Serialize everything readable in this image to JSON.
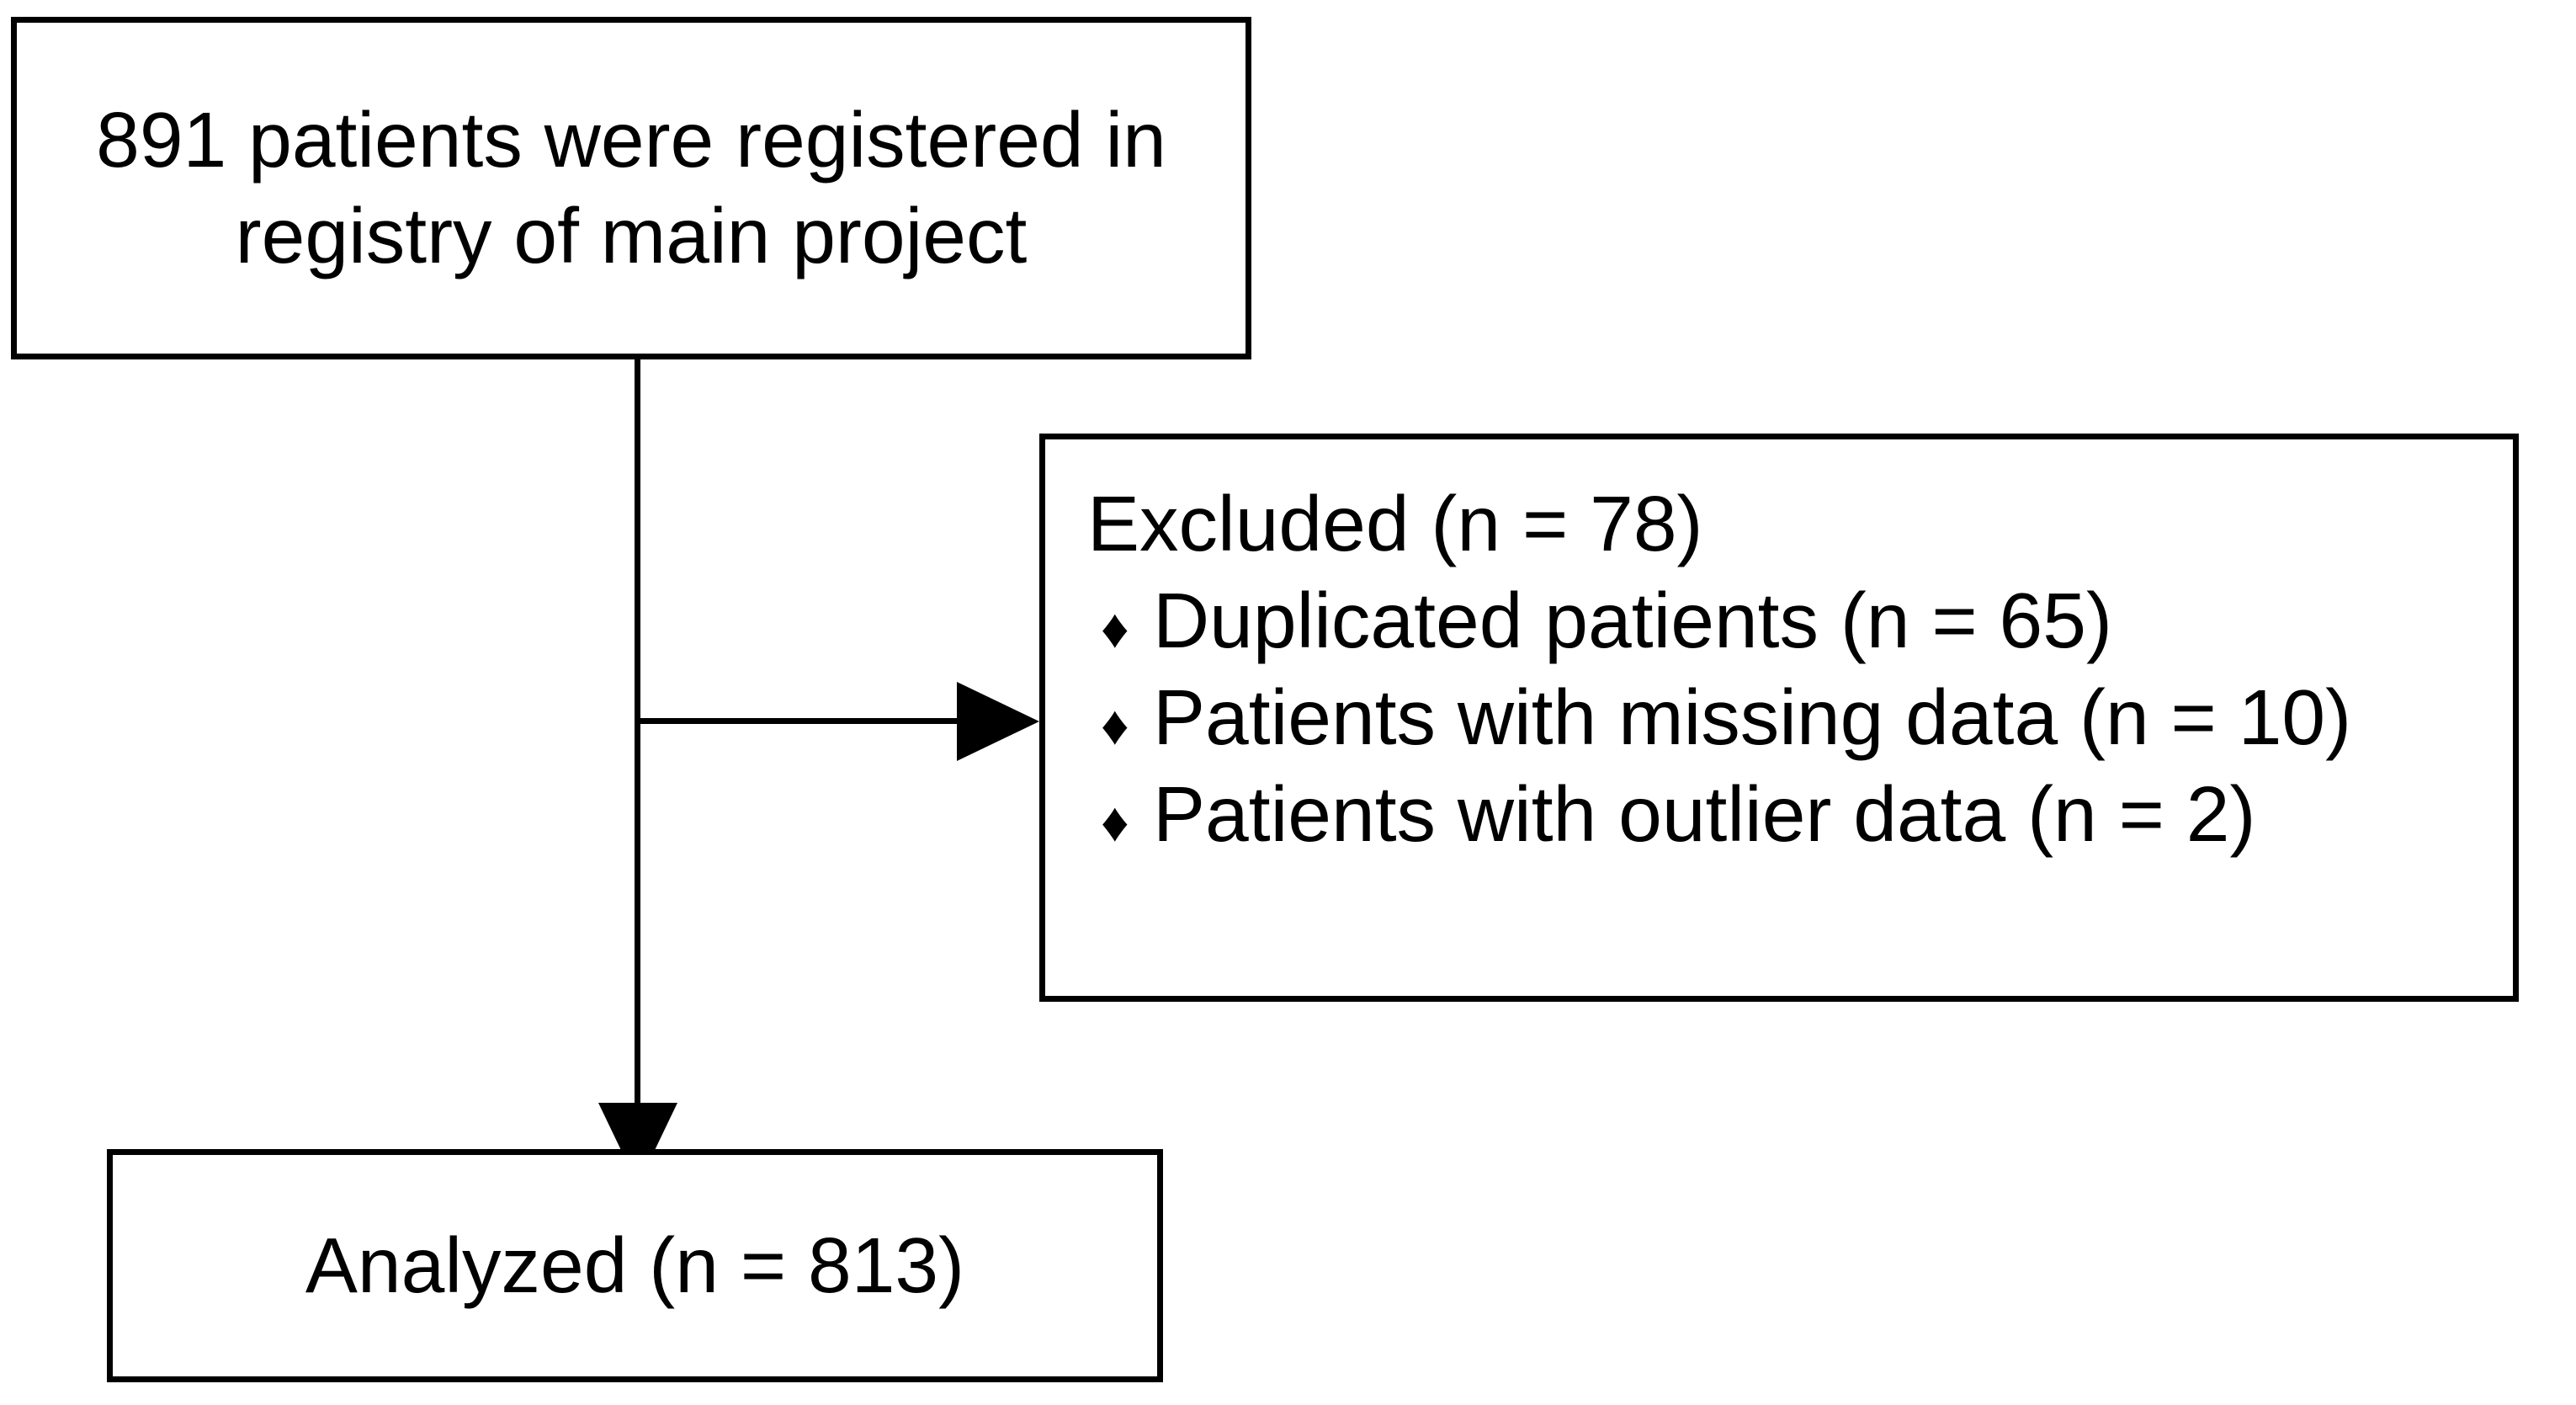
{
  "diagram": {
    "type": "study-flow-diagram",
    "colors": {
      "stroke": "#000000",
      "fill": "#ffffff",
      "text": "#000000"
    },
    "boxes": {
      "registered": {
        "line1": "891 patients were registered in",
        "line2": "registry of main project"
      },
      "excluded": {
        "heading": "Excluded (n = 78)",
        "bullet_marker": "♦",
        "items": [
          "Duplicated patients (n = 65)",
          "Patients with missing data (n = 10)",
          "Patients with outlier data (n = 2)"
        ]
      },
      "analyzed": {
        "label": "Analyzed (n = 813)"
      }
    },
    "connectors": [
      {
        "name": "registered-to-excluded",
        "direction": "right",
        "arrowhead": true
      },
      {
        "name": "registered-to-analyzed",
        "direction": "down",
        "arrowhead": true
      }
    ]
  }
}
